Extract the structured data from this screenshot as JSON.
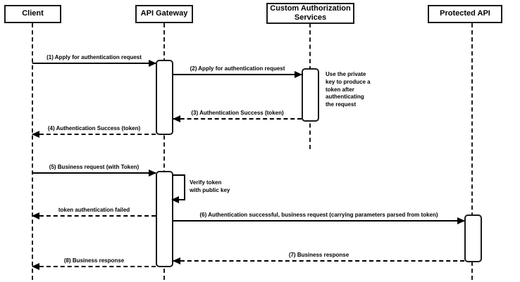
{
  "diagram": {
    "type": "sequence-diagram",
    "background_color": "#ffffff",
    "line_color": "#000000",
    "box_border_color": "#1a1a1a",
    "box_fill_color": "#ffffff",
    "participants": [
      {
        "id": "client",
        "label": "Client"
      },
      {
        "id": "api-gateway",
        "label": "API Gateway"
      },
      {
        "id": "custom-auth",
        "label": "Custom Authorization Services"
      },
      {
        "id": "protected-api",
        "label": "Protected API"
      }
    ],
    "messages": [
      {
        "num": "1",
        "label": "(1) Apply for authentication request",
        "from": "client",
        "to": "api-gateway",
        "style": "solid"
      },
      {
        "num": "2",
        "label": "(2) Apply for authentication request",
        "from": "api-gateway",
        "to": "custom-auth",
        "style": "solid"
      },
      {
        "num": "3",
        "label": "(3) Authentication Success (token)",
        "from": "custom-auth",
        "to": "api-gateway",
        "style": "dashed"
      },
      {
        "num": "4",
        "label": "(4) Authentication Success (token)",
        "from": "api-gateway",
        "to": "client",
        "style": "dashed"
      },
      {
        "num": "5",
        "label": "(5) Business request (with Token)",
        "from": "client",
        "to": "api-gateway",
        "style": "solid"
      },
      {
        "num": "",
        "label": "Verify token\nwith public key",
        "from": "api-gateway",
        "to": "api-gateway",
        "style": "self"
      },
      {
        "num": "",
        "label": "token authentication failed",
        "from": "api-gateway",
        "to": "client",
        "style": "dashed"
      },
      {
        "num": "6",
        "label": "(6) Authentication successful, business request (carrying parameters parsed from token)",
        "from": "api-gateway",
        "to": "protected-api",
        "style": "solid"
      },
      {
        "num": "7",
        "label": "(7) Business response",
        "from": "protected-api",
        "to": "api-gateway",
        "style": "dashed"
      },
      {
        "num": "8",
        "label": "(8) Business response",
        "from": "api-gateway",
        "to": "client",
        "style": "dashed"
      }
    ],
    "note": {
      "text": "Use the private\nkey to produce a\ntoken after\nauthenticating\nthe request",
      "attached_to": "custom-auth"
    }
  }
}
